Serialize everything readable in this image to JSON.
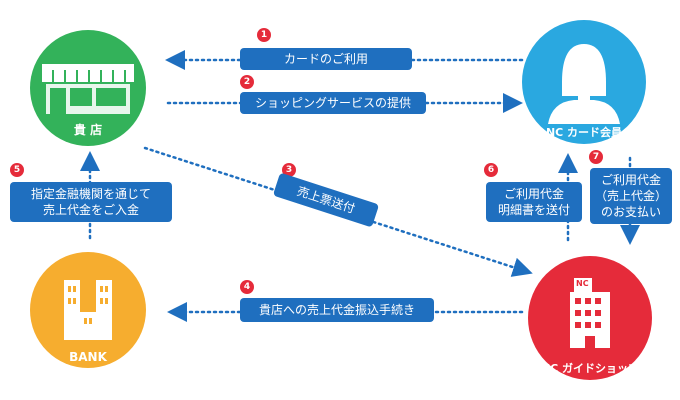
{
  "nodes": {
    "store": {
      "label": "貴 店",
      "color": "#33b25a"
    },
    "member": {
      "label": "NC カード会員",
      "color": "#2aa8e0"
    },
    "bank": {
      "label": "BANK",
      "color": "#f6ad2f"
    },
    "guideshop": {
      "label": "NC ガイドショップ",
      "color": "#e52b3a",
      "logo_text": "NC"
    }
  },
  "steps": [
    {
      "num": "1",
      "label": "カードのご利用"
    },
    {
      "num": "2",
      "label": "ショッピングサービスの提供"
    },
    {
      "num": "3",
      "label": "売上票送付"
    },
    {
      "num": "4",
      "label": "貴店への売上代金振込手続き"
    },
    {
      "num": "5",
      "label": "指定金融機関を通じて\n売上代金をご入金"
    },
    {
      "num": "6",
      "label": "ご利用代金\n明細書を送付"
    },
    {
      "num": "7",
      "label": "ご利用代金\n（売上代金）\nのお支払い"
    }
  ],
  "colors": {
    "pill": "#1f6fbf",
    "badge": "#e52b3a",
    "arrow": "#1f6fbf"
  }
}
